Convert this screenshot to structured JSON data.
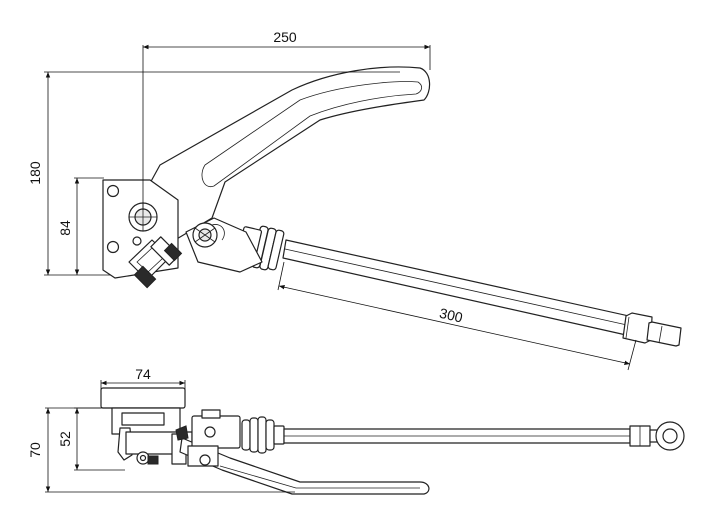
{
  "dimensions": {
    "d250": "250",
    "d180": "180",
    "d84": "84",
    "d300": "300",
    "d74": "74",
    "d70": "70",
    "d52": "52"
  }
}
